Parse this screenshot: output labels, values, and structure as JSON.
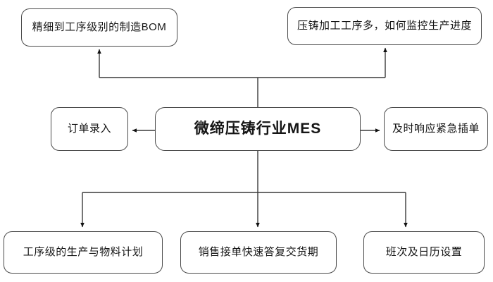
{
  "diagram": {
    "type": "flowchart",
    "background_color": "#ffffff",
    "stroke_color": "#4a4a4a",
    "text_color": "#151515",
    "center": {
      "id": "mes",
      "label": "微缔压铸行业MES"
    },
    "nodes": [
      {
        "id": "bom",
        "label": "精细到工序级别的制造BOM",
        "position": "top-left"
      },
      {
        "id": "monitor",
        "label": "压铸加工工序多，如何监控生产进度",
        "position": "top-right"
      },
      {
        "id": "order-entry",
        "label": "订单录入",
        "position": "left"
      },
      {
        "id": "urgent",
        "label": "及时响应紧急插单",
        "position": "right"
      },
      {
        "id": "plan",
        "label": "工序级的生产与物料计划",
        "position": "bottom-left"
      },
      {
        "id": "sales",
        "label": "销售接单快速答复交货期",
        "position": "bottom-center"
      },
      {
        "id": "shift",
        "label": "班次及日历设置",
        "position": "bottom-right"
      }
    ],
    "connections": [
      {
        "from": "mes",
        "to": "bom",
        "arrow": "up"
      },
      {
        "from": "mes",
        "to": "monitor",
        "arrow": "up"
      },
      {
        "from": "mes",
        "to": "order-entry",
        "arrow": "left"
      },
      {
        "from": "mes",
        "to": "urgent",
        "arrow": "right"
      },
      {
        "from": "mes",
        "to": "plan",
        "arrow": "down"
      },
      {
        "from": "mes",
        "to": "sales",
        "arrow": "down"
      },
      {
        "from": "mes",
        "to": "shift",
        "arrow": "down"
      }
    ]
  }
}
